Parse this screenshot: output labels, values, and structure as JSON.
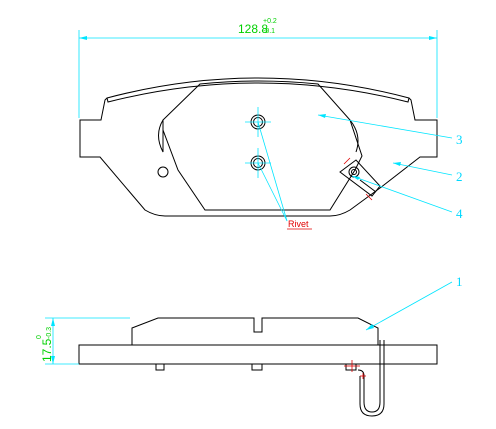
{
  "drawing": {
    "top_dimension": {
      "value": "128.8",
      "tol_upper": "+0.2",
      "tol_lower": "-0.1"
    },
    "side_dimension": {
      "value": "17.5",
      "tol_upper": "0",
      "tol_lower": "-0.3"
    },
    "rivet_label": "Rivet",
    "part_labels": [
      "1",
      "2",
      "3",
      "4"
    ],
    "colors": {
      "outline": "#000000",
      "dimension_lines": "#00e5ff",
      "dimension_text": "#00d000",
      "label_text": "#00d8ff",
      "rivet_text": "#e00000"
    }
  }
}
